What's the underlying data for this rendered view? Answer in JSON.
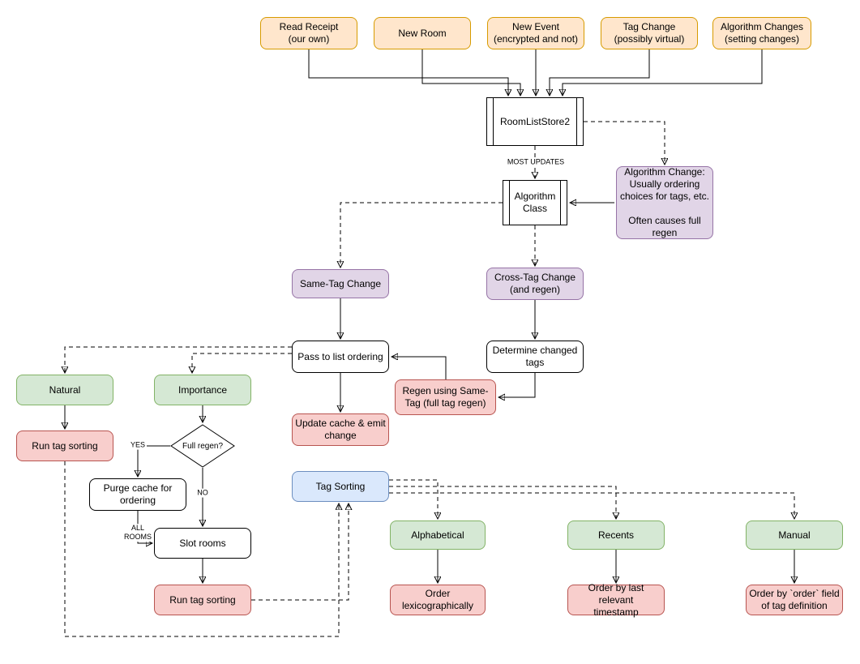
{
  "diagram": {
    "nodes": {
      "read_receipt": {
        "label": "Read Receipt\n(our own)"
      },
      "new_room": {
        "label": "New Room"
      },
      "new_event": {
        "label": "New Event\n(encrypted and not)"
      },
      "tag_change": {
        "label": "Tag Change\n(possibly virtual)"
      },
      "algorithm_changes": {
        "label": "Algorithm Changes\n(setting changes)"
      },
      "room_list_store": {
        "label": "RoomListStore2"
      },
      "algorithm_class": {
        "label": "Algorithm\nClass"
      },
      "algorithm_change_note": {
        "label": "Algorithm Change:\nUsually ordering\nchoices for tags, etc.\n\nOften causes full\nregen"
      },
      "same_tag_change": {
        "label": "Same-Tag Change"
      },
      "cross_tag_change": {
        "label": "Cross-Tag Change\n(and regen)"
      },
      "pass_to_list_ordering": {
        "label": "Pass to list ordering"
      },
      "determine_changed_tags": {
        "label": "Determine changed\ntags"
      },
      "regen_same_tag": {
        "label": "Regen using Same-\nTag (full tag regen)"
      },
      "update_cache": {
        "label": "Update cache & emit\nchange"
      },
      "natural": {
        "label": "Natural"
      },
      "importance": {
        "label": "Importance"
      },
      "run_tag_sorting_natural": {
        "label": "Run tag sorting"
      },
      "full_regen_decision": {
        "label": "Full regen?"
      },
      "purge_cache": {
        "label": "Purge cache for\nordering"
      },
      "slot_rooms": {
        "label": "Slot rooms"
      },
      "run_tag_sorting_importance": {
        "label": "Run tag sorting"
      },
      "tag_sorting": {
        "label": "Tag Sorting"
      },
      "alphabetical": {
        "label": "Alphabetical"
      },
      "recents": {
        "label": "Recents"
      },
      "manual": {
        "label": "Manual"
      },
      "order_lexicographically": {
        "label": "Order\nlexicographically"
      },
      "order_by_timestamp": {
        "label": "Order by last relevant\ntimestamp"
      },
      "order_by_order_field": {
        "label": "Order by `order` field\nof tag definition"
      }
    },
    "edge_labels": {
      "most_updates": "MOST UPDATES",
      "yes": "YES",
      "no": "NO",
      "all_rooms": "ALL\nROOMS"
    },
    "colors": {
      "orange_fill": "#ffe6cc",
      "orange_stroke": "#d79b00",
      "purple_fill": "#e1d5e7",
      "purple_stroke": "#9673a6",
      "green_fill": "#d5e8d4",
      "green_stroke": "#82b366",
      "red_fill": "#f8cecc",
      "red_stroke": "#b85450",
      "blue_fill": "#dae8fc",
      "blue_stroke": "#6c8ebf",
      "line": "#000000"
    }
  }
}
